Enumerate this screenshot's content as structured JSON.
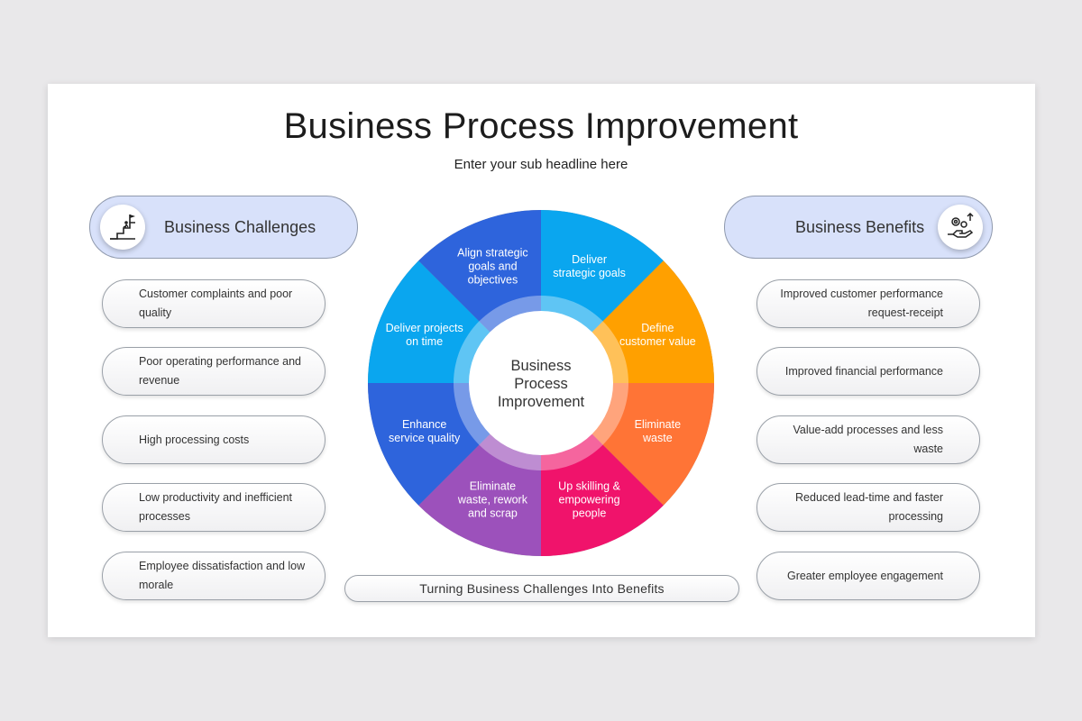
{
  "title": "Business Process Improvement",
  "subtitle": "Enter your sub headline here",
  "left_header": {
    "label": "Business Challenges",
    "icon": "staircase-flag-icon"
  },
  "right_header": {
    "label": "Business Benefits",
    "icon": "hand-gears-icon"
  },
  "challenges": [
    "Customer complaints and poor quality",
    "Poor operating performance and revenue",
    "High processing costs",
    "Low productivity and inefficient processes",
    "Employee dissatisfaction and low morale"
  ],
  "benefits": [
    "Improved customer performance request-receipt",
    "Improved financial performance",
    "Value-add processes and less waste",
    "Reduced lead-time and faster processing",
    "Greater employee engagement"
  ],
  "center": {
    "lines": [
      "Business",
      "Process",
      "Improvement"
    ]
  },
  "segments": [
    {
      "lines": [
        "Deliver",
        "strategic goals"
      ],
      "color": "#0aa6ef"
    },
    {
      "lines": [
        "Define",
        "customer value"
      ],
      "color": "#ffa000"
    },
    {
      "lines": [
        "Eliminate",
        "waste"
      ],
      "color": "#ff7436"
    },
    {
      "lines": [
        "Up skilling &",
        "empowering",
        "people"
      ],
      "color": "#f0136b"
    },
    {
      "lines": [
        "Eliminate",
        "waste, rework",
        "and scrap"
      ],
      "color": "#9c51bb"
    },
    {
      "lines": [
        "Enhance",
        "service quality"
      ],
      "color": "#2e64dc"
    },
    {
      "lines": [
        "Deliver projects",
        "on time"
      ],
      "color": "#0aa6ef"
    },
    {
      "lines": [
        "Align strategic",
        "goals and",
        "objectives"
      ],
      "color": "#2e64dc"
    }
  ],
  "footer": "Turning Business Challenges Into Benefits"
}
